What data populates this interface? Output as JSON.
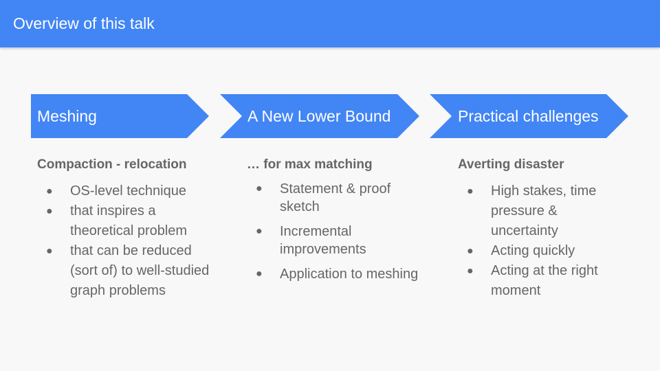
{
  "header": {
    "title": "Overview of this talk"
  },
  "steps": [
    {
      "label": "Meshing",
      "heading": "Compaction - relocation",
      "bullets": [
        "OS-level technique",
        "that inspires a theoretical problem",
        "that can be reduced (sort of) to well-studied graph problems"
      ]
    },
    {
      "label": "A New Lower Bound",
      "heading": "… for max matching",
      "bullets": [
        "Statement & proof sketch",
        "Incremental improvements",
        "Application to meshing"
      ]
    },
    {
      "label": "Practical challenges",
      "heading": "Averting disaster",
      "bullets": [
        "High stakes, time pressure & uncertainty",
        "Acting quickly",
        "Acting at the right moment"
      ]
    }
  ],
  "bullet_glyph": "●",
  "colors": {
    "accent": "#4285f4",
    "text": "#666666",
    "background": "#f8f8f8"
  }
}
